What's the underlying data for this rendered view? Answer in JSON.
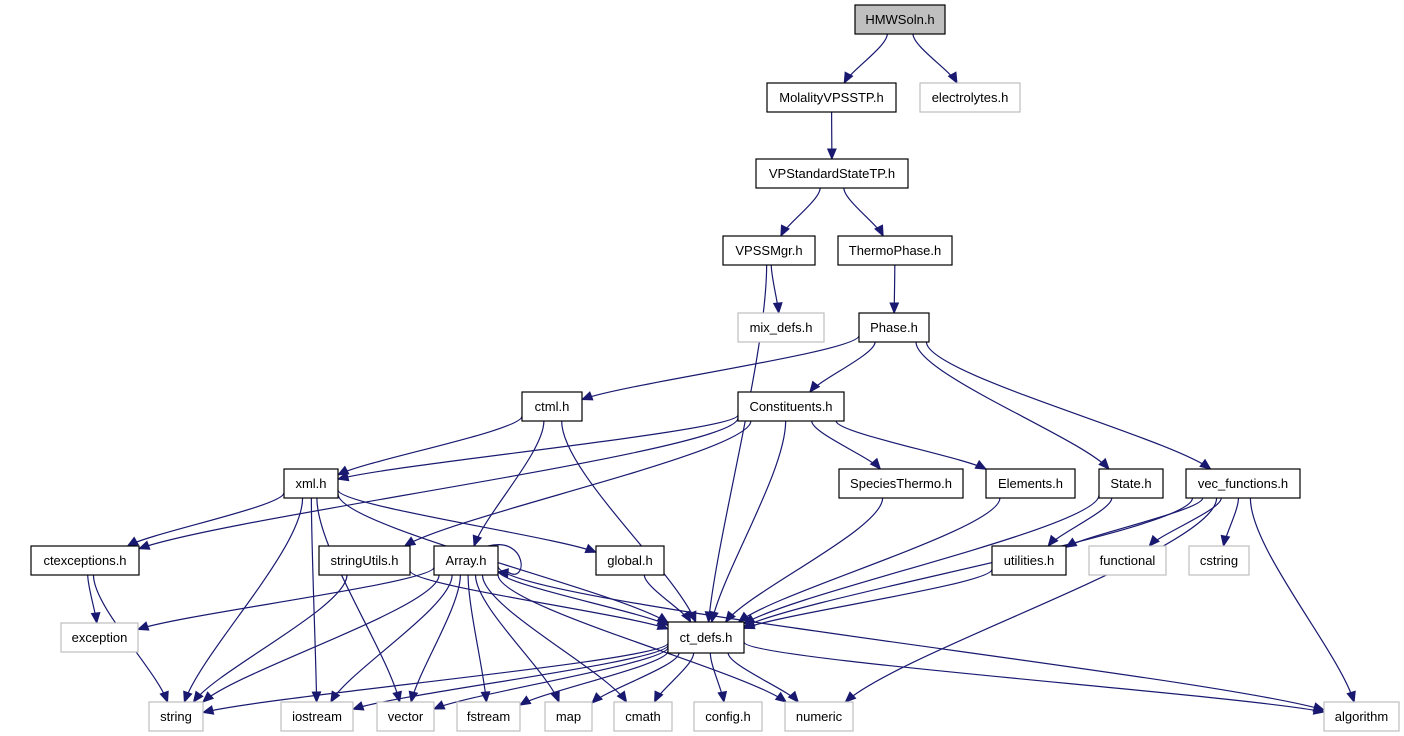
{
  "title": "HMWSoln.h include dependency graph",
  "colors": {
    "edge": "#191970",
    "root_fill": "#bfbfbf",
    "local_border": "#000000",
    "system_border": "#bfbfbf"
  },
  "nodes": [
    {
      "id": "HMWSoln",
      "label": "HMWSoln.h",
      "kind": "root"
    },
    {
      "id": "MolalityVPSSTP",
      "label": "MolalityVPSSTP.h",
      "kind": "local"
    },
    {
      "id": "electrolytes",
      "label": "electrolytes.h",
      "kind": "system"
    },
    {
      "id": "VPStandardStateTP",
      "label": "VPStandardStateTP.h",
      "kind": "local"
    },
    {
      "id": "VPSSMgr",
      "label": "VPSSMgr.h",
      "kind": "local"
    },
    {
      "id": "ThermoPhase",
      "label": "ThermoPhase.h",
      "kind": "local"
    },
    {
      "id": "mix_defs",
      "label": "mix_defs.h",
      "kind": "system"
    },
    {
      "id": "Phase",
      "label": "Phase.h",
      "kind": "local"
    },
    {
      "id": "ctml",
      "label": "ctml.h",
      "kind": "local"
    },
    {
      "id": "Constituents",
      "label": "Constituents.h",
      "kind": "local"
    },
    {
      "id": "xml",
      "label": "xml.h",
      "kind": "local"
    },
    {
      "id": "SpeciesThermo",
      "label": "SpeciesThermo.h",
      "kind": "local"
    },
    {
      "id": "Elements",
      "label": "Elements.h",
      "kind": "local"
    },
    {
      "id": "State",
      "label": "State.h",
      "kind": "local"
    },
    {
      "id": "vec_functions",
      "label": "vec_functions.h",
      "kind": "local"
    },
    {
      "id": "ctexceptions",
      "label": "ctexceptions.h",
      "kind": "local"
    },
    {
      "id": "stringUtils",
      "label": "stringUtils.h",
      "kind": "local"
    },
    {
      "id": "Array",
      "label": "Array.h",
      "kind": "local"
    },
    {
      "id": "global",
      "label": "global.h",
      "kind": "local"
    },
    {
      "id": "utilities",
      "label": "utilities.h",
      "kind": "local"
    },
    {
      "id": "functional",
      "label": "functional",
      "kind": "system"
    },
    {
      "id": "cstring",
      "label": "cstring",
      "kind": "system"
    },
    {
      "id": "exception",
      "label": "exception",
      "kind": "system"
    },
    {
      "id": "ct_defs",
      "label": "ct_defs.h",
      "kind": "local"
    },
    {
      "id": "string",
      "label": "string",
      "kind": "system"
    },
    {
      "id": "iostream",
      "label": "iostream",
      "kind": "system"
    },
    {
      "id": "vector",
      "label": "vector",
      "kind": "system"
    },
    {
      "id": "fstream",
      "label": "fstream",
      "kind": "system"
    },
    {
      "id": "map",
      "label": "map",
      "kind": "system"
    },
    {
      "id": "cmath",
      "label": "cmath",
      "kind": "system"
    },
    {
      "id": "config",
      "label": "config.h",
      "kind": "system"
    },
    {
      "id": "numeric",
      "label": "numeric",
      "kind": "system"
    },
    {
      "id": "algorithm",
      "label": "algorithm",
      "kind": "system"
    }
  ],
  "edges": [
    [
      "HMWSoln",
      "MolalityVPSSTP"
    ],
    [
      "HMWSoln",
      "electrolytes"
    ],
    [
      "MolalityVPSSTP",
      "VPStandardStateTP"
    ],
    [
      "VPStandardStateTP",
      "VPSSMgr"
    ],
    [
      "VPStandardStateTP",
      "ThermoPhase"
    ],
    [
      "VPSSMgr",
      "mix_defs"
    ],
    [
      "VPSSMgr",
      "ct_defs"
    ],
    [
      "ThermoPhase",
      "Phase"
    ],
    [
      "Phase",
      "ctml"
    ],
    [
      "Phase",
      "Constituents"
    ],
    [
      "Phase",
      "State"
    ],
    [
      "Phase",
      "vec_functions"
    ],
    [
      "ctml",
      "xml"
    ],
    [
      "ctml",
      "Array"
    ],
    [
      "ctml",
      "ct_defs"
    ],
    [
      "Constituents",
      "xml"
    ],
    [
      "Constituents",
      "ctexceptions"
    ],
    [
      "Constituents",
      "stringUtils"
    ],
    [
      "Constituents",
      "SpeciesThermo"
    ],
    [
      "Constituents",
      "Elements"
    ],
    [
      "Constituents",
      "ct_defs"
    ],
    [
      "xml",
      "ctexceptions"
    ],
    [
      "xml",
      "global"
    ],
    [
      "xml",
      "ct_defs"
    ],
    [
      "xml",
      "string"
    ],
    [
      "xml",
      "iostream"
    ],
    [
      "xml",
      "vector"
    ],
    [
      "SpeciesThermo",
      "ct_defs"
    ],
    [
      "Elements",
      "ct_defs"
    ],
    [
      "State",
      "utilities"
    ],
    [
      "State",
      "ct_defs"
    ],
    [
      "vec_functions",
      "utilities"
    ],
    [
      "vec_functions",
      "functional"
    ],
    [
      "vec_functions",
      "cstring"
    ],
    [
      "vec_functions",
      "ct_defs"
    ],
    [
      "vec_functions",
      "numeric"
    ],
    [
      "vec_functions",
      "algorithm"
    ],
    [
      "ctexceptions",
      "exception"
    ],
    [
      "ctexceptions",
      "string"
    ],
    [
      "stringUtils",
      "ct_defs"
    ],
    [
      "stringUtils",
      "string"
    ],
    [
      "Array",
      "Array"
    ],
    [
      "Array",
      "exception"
    ],
    [
      "Array",
      "ct_defs"
    ],
    [
      "Array",
      "string"
    ],
    [
      "Array",
      "iostream"
    ],
    [
      "Array",
      "vector"
    ],
    [
      "Array",
      "fstream"
    ],
    [
      "Array",
      "map"
    ],
    [
      "Array",
      "cmath"
    ],
    [
      "Array",
      "numeric"
    ],
    [
      "Array",
      "algorithm"
    ],
    [
      "global",
      "ct_defs"
    ],
    [
      "utilities",
      "ct_defs"
    ],
    [
      "ct_defs",
      "string"
    ],
    [
      "ct_defs",
      "iostream"
    ],
    [
      "ct_defs",
      "vector"
    ],
    [
      "ct_defs",
      "fstream"
    ],
    [
      "ct_defs",
      "map"
    ],
    [
      "ct_defs",
      "cmath"
    ],
    [
      "ct_defs",
      "config"
    ],
    [
      "ct_defs",
      "numeric"
    ],
    [
      "ct_defs",
      "algorithm"
    ]
  ]
}
